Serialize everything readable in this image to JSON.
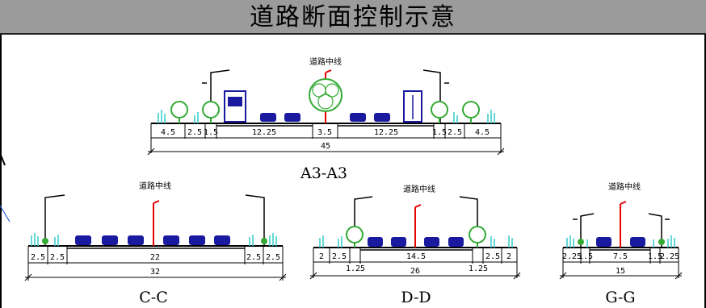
{
  "title": "道路断面控制示意",
  "centerline_label": "道路中线",
  "colors": {
    "header_bg": "#9b9b9b",
    "centerline": "#e60000",
    "tree": "#33aa33",
    "shrub": "#33cccc",
    "vehicle": "#1a1aa0"
  },
  "sections": [
    {
      "name": "A3-A3",
      "segments": [
        "4.5",
        "2.5",
        "1.5",
        "12.25",
        "3.5",
        "12.25",
        "1.5",
        "2.5",
        "4.5"
      ],
      "total": "45"
    },
    {
      "name": "C-C",
      "segments": [
        "2.5",
        "2.5",
        "22",
        "2.5",
        "2.5"
      ],
      "total": "32"
    },
    {
      "name": "D-D",
      "segments": [
        "2",
        "2.5",
        "1.25",
        "14.5",
        "1.25",
        "2.5",
        "2"
      ],
      "total": "26"
    },
    {
      "name": "G-G",
      "segments": [
        "2.25",
        "1.5",
        "7.5",
        "1.5",
        "2.25"
      ],
      "total": "15"
    }
  ]
}
